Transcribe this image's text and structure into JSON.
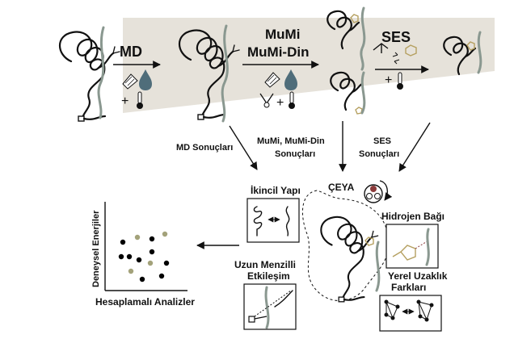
{
  "stages": {
    "md": "MD",
    "mumi_line1": "MuMi",
    "mumi_line2": "MuMi-Din",
    "ses": "SES"
  },
  "results": {
    "md_results": "MD Sonuçları",
    "mumi_results_line1": "MuMi, MuMi-Din",
    "mumi_results_line2": "Sonuçları",
    "ses_results_line1": "SES",
    "ses_results_line2": "Sonuçları"
  },
  "analysis": {
    "ceya": "ÇEYA",
    "secondary_structure": "İkincil Yapı",
    "hydrogen_bond": "Hidrojen Bağı",
    "long_range_line1": "Uzun Menzilli",
    "long_range_line2": "Etkileşim",
    "local_distance_line1": "Yerel Uzaklık",
    "local_distance_line2": "Farkları"
  },
  "scatter": {
    "ylabel": "Deneysel Enerjiler",
    "xlabel": "Hesaplamalı Analizler",
    "colors": {
      "black": "#000000",
      "olive": "#a3a27a"
    }
  },
  "colors": {
    "beam": "#e6e2da",
    "membrane": "#8a9890",
    "ligand": "#b5a060",
    "accent_red": "#8b3a3a"
  }
}
